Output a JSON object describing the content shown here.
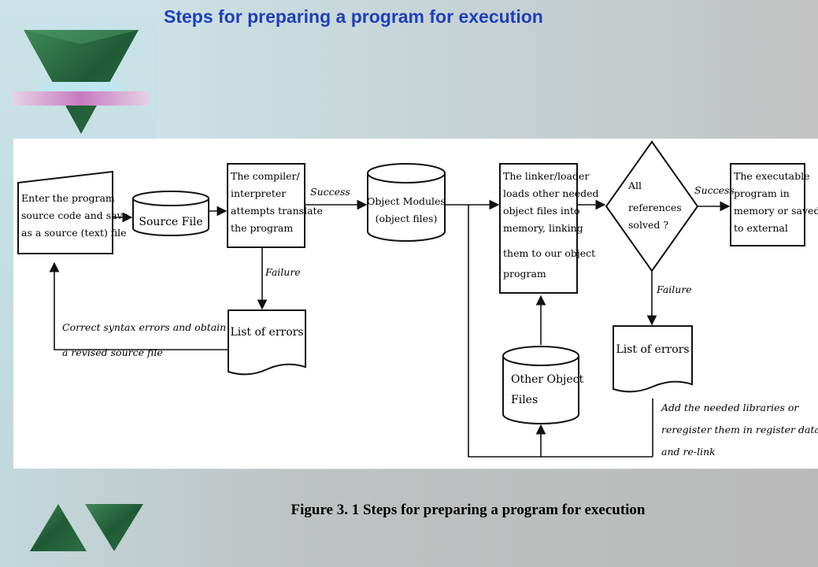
{
  "slide": {
    "title": "Steps for preparing a program for execution",
    "caption": "Figure 3. 1 Steps for preparing a program for execution"
  },
  "diagram": {
    "nodes": {
      "enter_source": [
        "Enter the program",
        "source code and save it",
        "as a source (text) file"
      ],
      "source_file": [
        "Source File"
      ],
      "compiler": [
        "The compiler/",
        "interpreter",
        "attempts translate",
        "the program"
      ],
      "object_modules": [
        "Object  Modules",
        "(object files)"
      ],
      "linker": [
        "The linker/loader",
        "loads other needed",
        "object files into",
        "memory, linking",
        "them to our object",
        "program"
      ],
      "decision": [
        "All",
        "references",
        "solved ?"
      ],
      "executable": [
        "The executable",
        "program in",
        "memory or saved",
        "to external"
      ],
      "errors_compile": [
        "List of errors"
      ],
      "errors_link": [
        "List of errors"
      ],
      "other_objects": [
        "Other Object",
        "Files"
      ]
    },
    "labels": {
      "success_1": "Success",
      "success_2": "Success",
      "failure_1": "Failure",
      "failure_2": "Failure",
      "correct": [
        "Correct syntax errors and obtain",
        "a revised source file"
      ],
      "add_libs": [
        "Add the needed libraries or",
        "reregister them in register database",
        "and re-link"
      ]
    }
  },
  "colors": {
    "title": "#1f3fb8",
    "logo_green": "#2f6e43",
    "logo_band": "#c779c0"
  },
  "icons": {
    "logo_top": "inverted-triangle-logo-icon",
    "logo_bottom": "triangle-pair-logo-icon"
  }
}
